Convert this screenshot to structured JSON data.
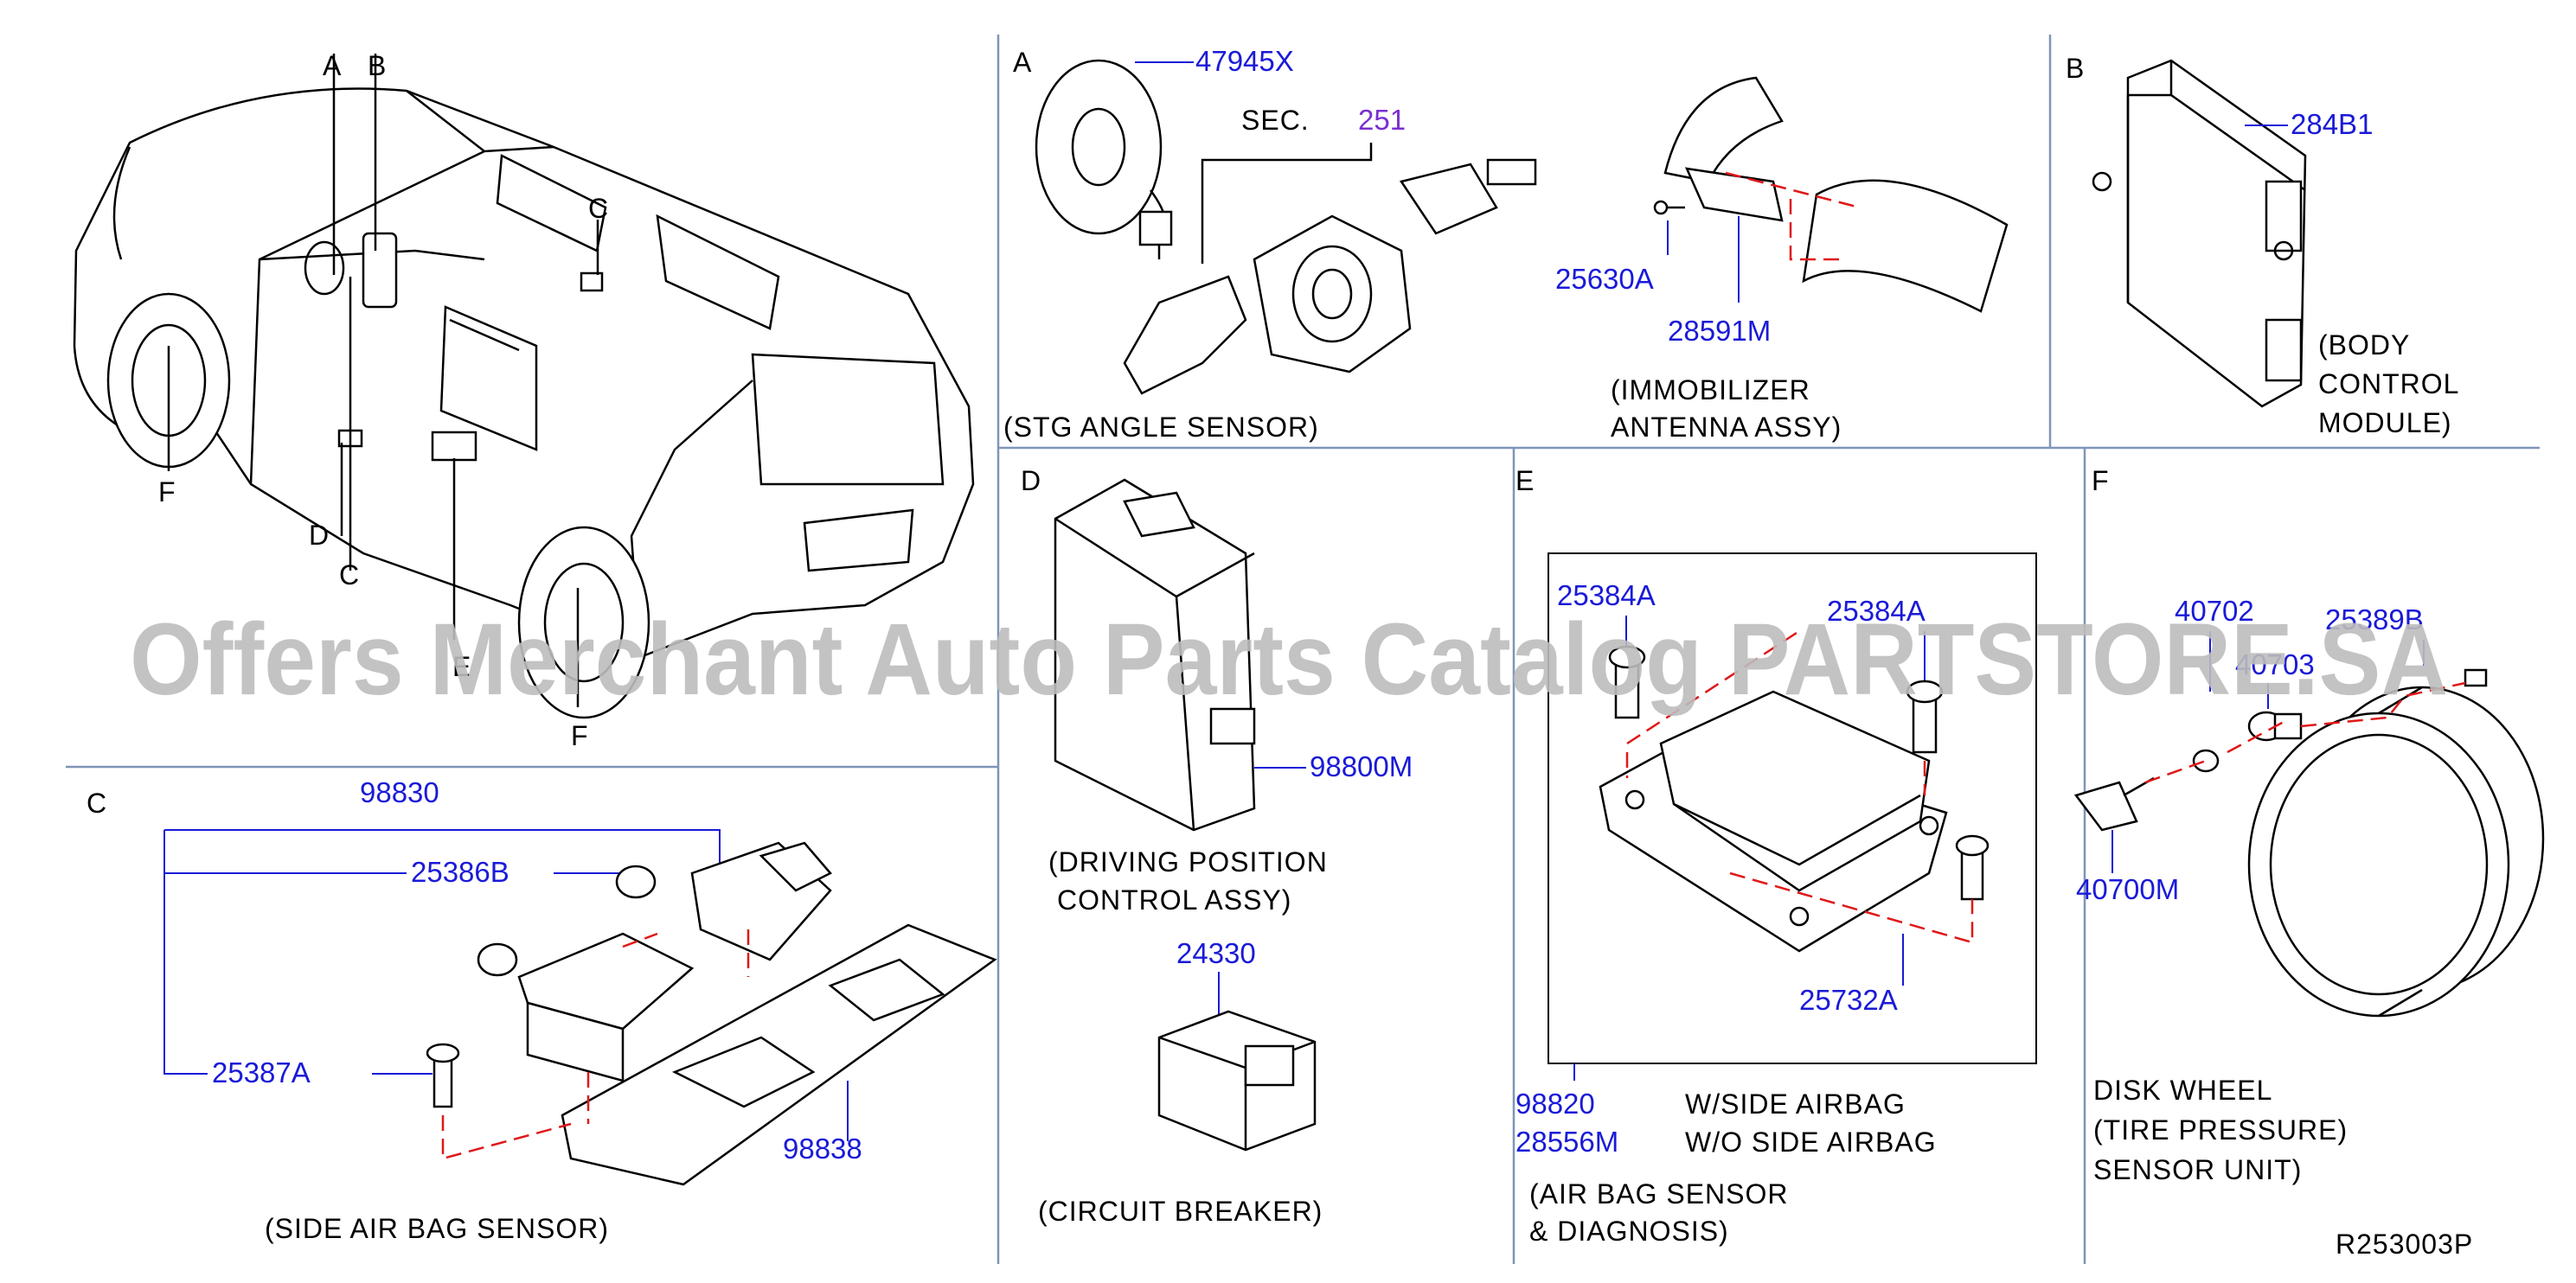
{
  "watermark": "Offers Merchant Auto Parts Catalog PARTSTORE.SA",
  "diagram_code": "R253003P",
  "vehicle_callouts": [
    "A",
    "B",
    "C",
    "C",
    "D",
    "E",
    "F",
    "F"
  ],
  "panel_A": {
    "letter": "A",
    "sec_label": "SEC.",
    "sec_ref": "251",
    "parts": [
      "47945X",
      "25630A",
      "28591M"
    ],
    "caption": "(STG  ANGLE  SENSOR)",
    "immobilizer_line1": "(IMMOBILIZER",
    "immobilizer_line2": "ANTENNA  ASSY)"
  },
  "panel_B": {
    "letter": "B",
    "part": "284B1",
    "caption_line1": "(BODY",
    "caption_line2": "CONTROL",
    "caption_line3": "MODULE)"
  },
  "panel_C": {
    "letter": "C",
    "parts": [
      "98830",
      "25386B",
      "25387A",
      "98838"
    ],
    "caption": "(SIDE  AIR  BAG  SENSOR)"
  },
  "panel_D": {
    "letter": "D",
    "parts": [
      "98800M",
      "24330"
    ],
    "caption1_line1": "(DRIVING  POSITION",
    "caption1_line2": "CONTROL  ASSY)",
    "caption2": "(CIRCUIT  BREAKER)"
  },
  "panel_E": {
    "letter": "E",
    "parts": [
      "25384A",
      "25384A",
      "25732A",
      "98820",
      "28556M"
    ],
    "note1": "W/SIDE  AIRBAG",
    "note2": "W/O  SIDE  AIRBAG",
    "caption_line1": "(AIR  BAG  SENSOR",
    "caption_line2": "&  DIAGNOSIS)"
  },
  "panel_F": {
    "letter": "F",
    "parts": [
      "40702",
      "25389B",
      "40703",
      "40700M"
    ],
    "caption_line1": "DISK  WHEEL",
    "caption_line2": "(TIRE  PRESSURE)",
    "caption_line3": "SENSOR  UNIT)"
  }
}
